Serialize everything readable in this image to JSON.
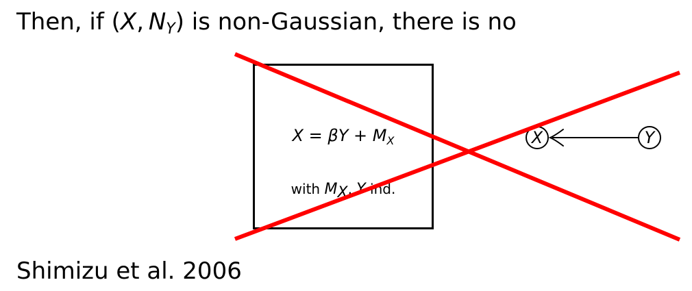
{
  "heading": {
    "prefix": "Then, if",
    "open_paren": "(",
    "var_x": "X",
    "comma": ",",
    "var_n": "N",
    "sub_y": "Y",
    "close_paren": ")",
    "suffix": "is non-Gaussian, there is no"
  },
  "model_box": {
    "eq_lhs": "X",
    "eq_equals": "=",
    "eq_beta": "β",
    "eq_y": "Y",
    "eq_plus": "+",
    "eq_m": "M",
    "eq_sub_x": "X",
    "ind_prefix": "with",
    "ind_m": "M",
    "ind_sub_x": "X",
    "ind_comma": ",",
    "ind_y": "Y",
    "ind_suffix": "ind."
  },
  "graph": {
    "node_x": "X",
    "node_y": "Y"
  },
  "citation": "Shimizu et al. 2006",
  "colors": {
    "cross": "#ff0000",
    "ink": "#000000"
  }
}
